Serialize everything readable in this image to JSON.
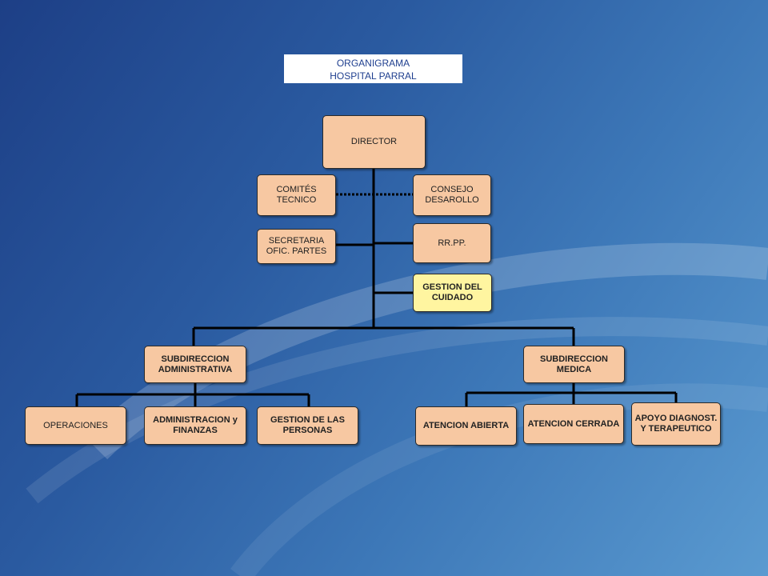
{
  "title": {
    "line1": "ORGANIGRAMA",
    "line2": "HOSPITAL PARRAL"
  },
  "nodes": {
    "director": "DIRECTOR",
    "comite": "COMITÉS TECNICO",
    "consejo": "CONSEJO DESAROLLO",
    "secretaria": "SECRETARIA OFIC. PARTES",
    "rrpp": "RR.PP.",
    "gestion_cuidado": "GESTION DEL CUIDADO",
    "sub_admin": "SUBDIRECCION ADMINISTRATIVA",
    "sub_medica": "SUBDIRECCION MEDICA",
    "operaciones": "OPERACIONES",
    "admin_finanzas": "ADMINISTRACION y FINANZAS",
    "gestion_personas": "GESTION DE LAS PERSONAS",
    "atencion_abierta": "ATENCION ABIERTA",
    "atencion_cerrada": "ATENCION CERRADA",
    "apoyo": "APOYO DIAGNOST. Y TERAPEUTICO"
  }
}
